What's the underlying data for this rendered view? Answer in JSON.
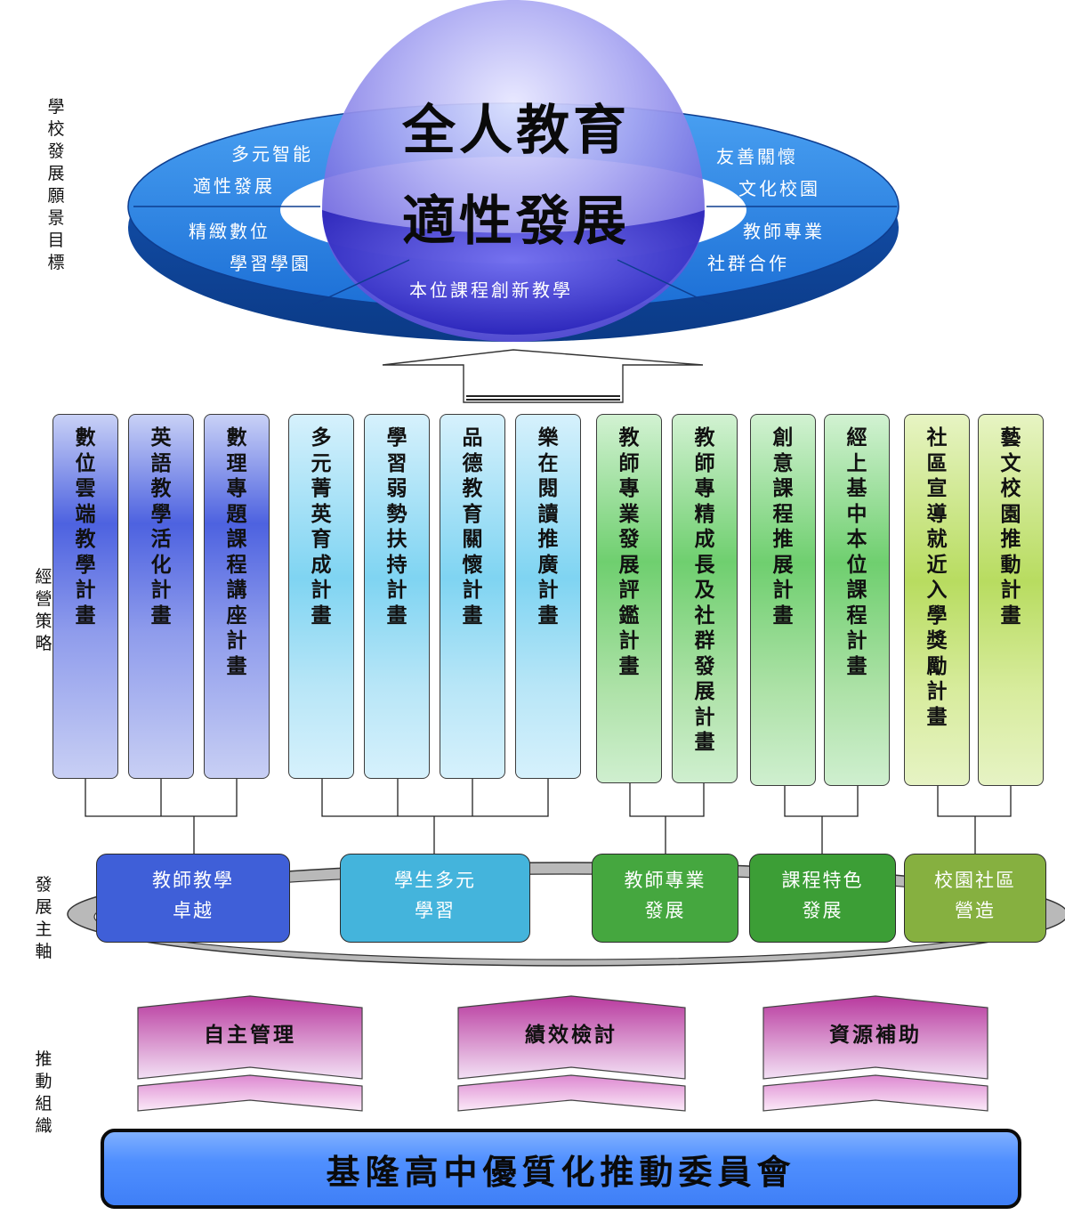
{
  "side_labels": {
    "vision": "學校發展願景目標",
    "strategy": "經營策略",
    "axis": "發展主軸",
    "organization": "推動組織"
  },
  "vision": {
    "title_line1": "全人教育",
    "title_line2": "適性發展",
    "left_items": [
      "多元智能",
      "適性發展",
      "精緻數位",
      "學習學園"
    ],
    "right_items": [
      "友善關懷",
      "文化校園",
      "教師專業",
      "社群合作"
    ],
    "bottom_item": "本位課程創新教學"
  },
  "plans": [
    {
      "text": "數位雲端教學計畫",
      "group": "c1"
    },
    {
      "text": "英語教學活化計畫",
      "group": "c1"
    },
    {
      "text": "數理專題課程講座計畫",
      "group": "c1"
    },
    {
      "text": "多元菁英育成計畫",
      "group": "c2"
    },
    {
      "text": "學習弱勢扶持計畫",
      "group": "c2"
    },
    {
      "text": "品德教育關懷計畫",
      "group": "c2"
    },
    {
      "text": "樂在閱讀推廣計畫",
      "group": "c2"
    },
    {
      "text": "教師專業發展評鑑計畫",
      "group": "c3"
    },
    {
      "text": "教師專精成長及社群發展計畫",
      "group": "c3"
    },
    {
      "text": "創意課程推展計畫",
      "group": "c3"
    },
    {
      "text": "經上基中本位課程計畫",
      "group": "c3"
    },
    {
      "text": "社區宣導就近入學獎勵計畫",
      "group": "c4"
    },
    {
      "text": "藝文校園推動計畫",
      "group": "c4"
    }
  ],
  "axes": [
    {
      "line1": "教師教學",
      "line2": "卓越",
      "color": "#3f5fd8"
    },
    {
      "line1": "學生多元",
      "line2": "學習",
      "color": "#44b4dc"
    },
    {
      "line1": "教師專業",
      "line2": "發展",
      "color": "#45a73f"
    },
    {
      "line1": "課程特色",
      "line2": "發展",
      "color": "#3c9e36"
    },
    {
      "line1": "校園社區",
      "line2": "營造",
      "color": "#86b040"
    }
  ],
  "mechanisms": [
    "自主管理",
    "績效檢討",
    "資源補助"
  ],
  "committee": "基隆高中優質化推動委員會"
}
